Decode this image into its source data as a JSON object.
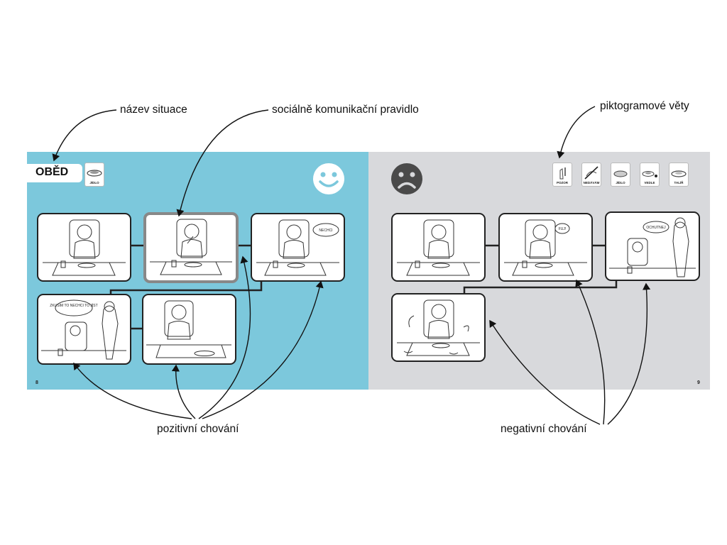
{
  "annotations": {
    "situation_name": "název situace",
    "social_rule": "sociálně komunikační pravidlo",
    "pictogram_sentences": "piktogramové věty",
    "positive_behavior": "pozitivní chování",
    "negative_behavior": "negativní chování"
  },
  "left_page": {
    "title": "OBĚD",
    "title_pictogram_label": "JÍDLO",
    "page_number": "8",
    "panels": [
      {
        "speech": ""
      },
      {
        "speech": ""
      },
      {
        "speech": "NECHCI"
      },
      {
        "speech": "ZKUSÍM TO\nNECHCI TO JÍST"
      },
      {
        "speech": ""
      }
    ]
  },
  "right_page": {
    "page_number": "9",
    "pictograms": [
      "POZOR",
      "NEDÁVÁM",
      "JÍDLO",
      "VEDLE",
      "TALÍŘ"
    ],
    "panels": [
      {
        "speech": ""
      },
      {
        "speech": "FUJ!"
      },
      {
        "speech": "OCHUTNEJ"
      },
      {
        "speech": ""
      }
    ]
  },
  "colors": {
    "left_background": "#7cc8dc",
    "right_background": "#d8d9dc",
    "panel_border": "#222222",
    "rule_highlight": "#888888"
  },
  "icons": {
    "left_face": "smiley-face-icon",
    "right_face": "sad-face-icon"
  }
}
